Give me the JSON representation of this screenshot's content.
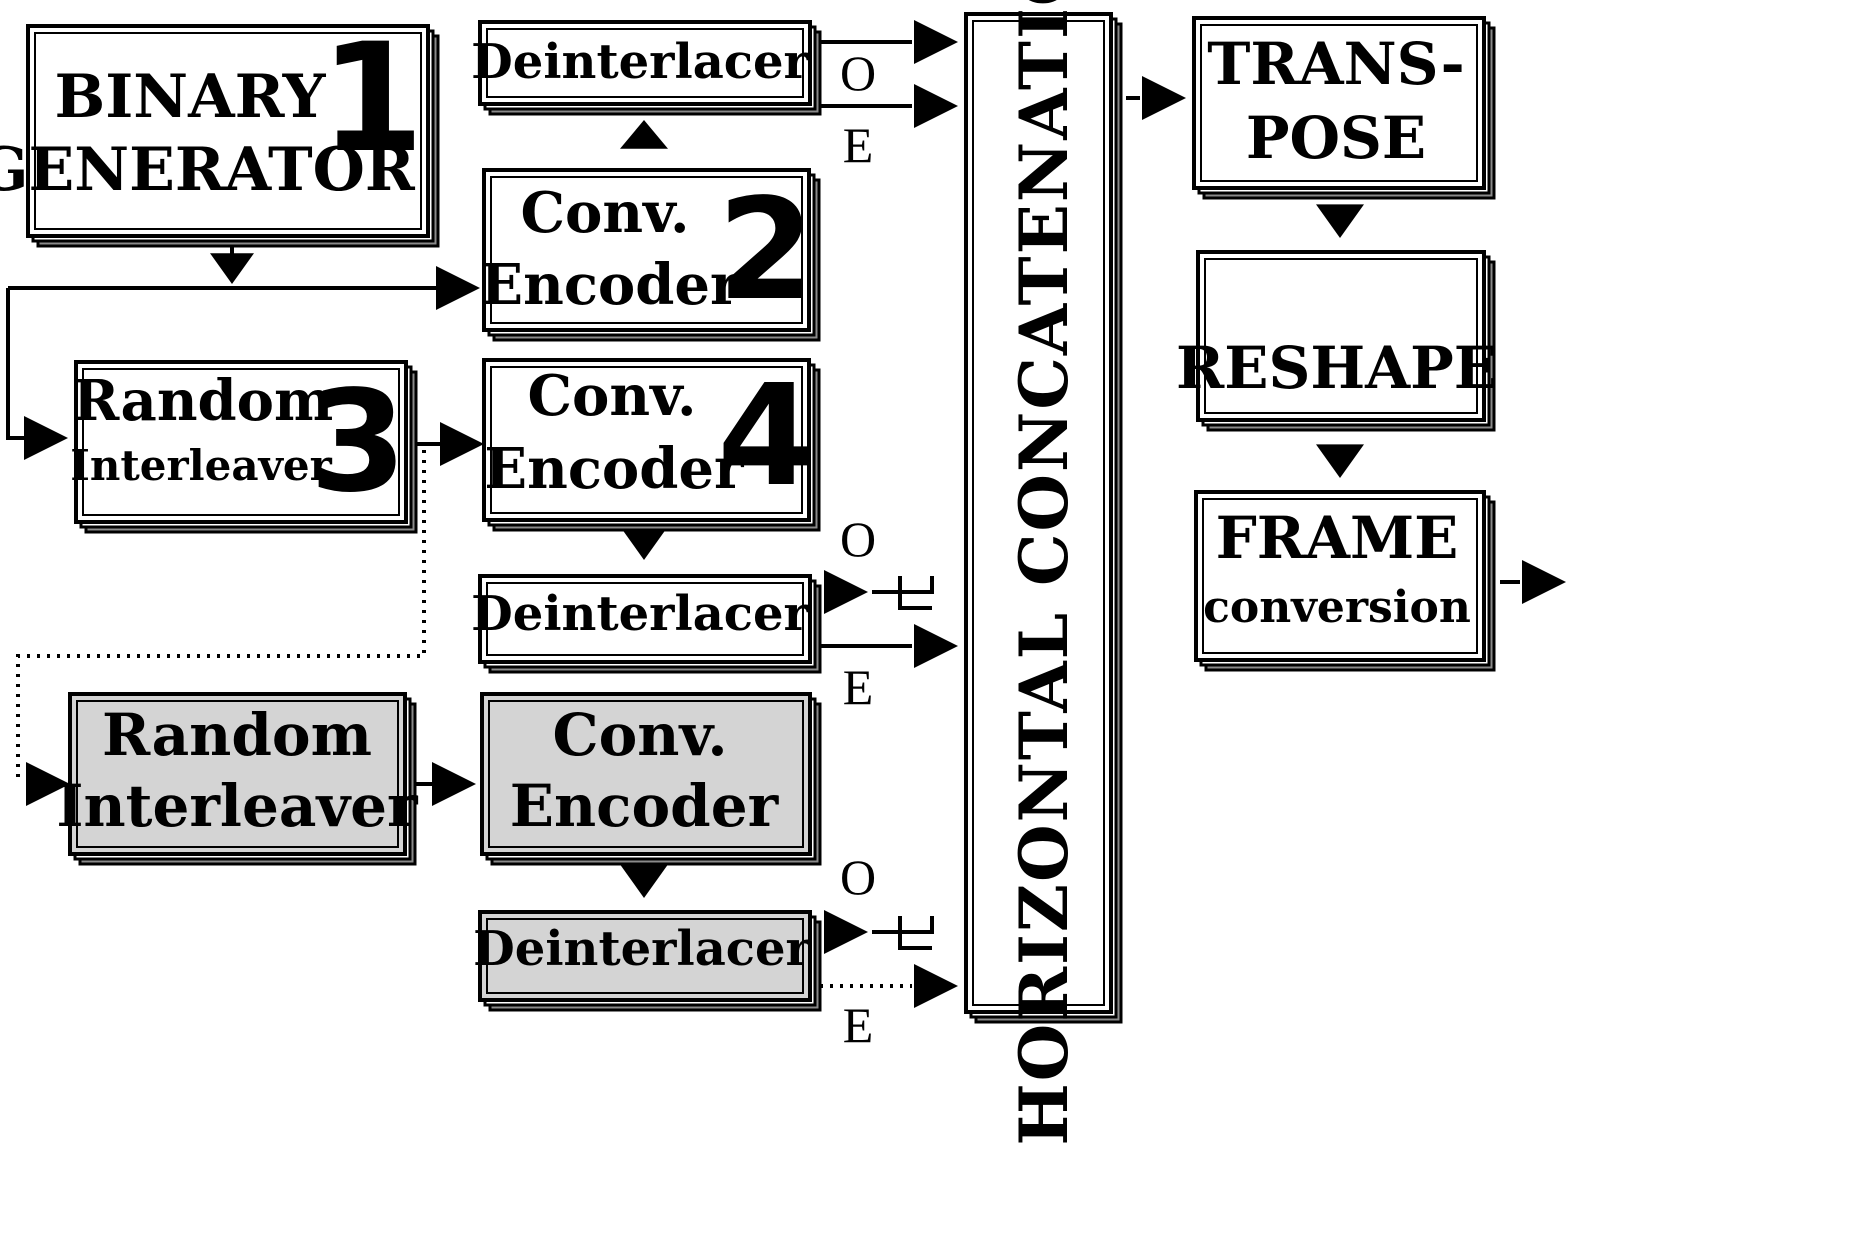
{
  "blocks": {
    "binary_generator": {
      "lines": [
        "BINARY",
        "GENERATOR"
      ],
      "number": "1"
    },
    "deinterlacer_top": {
      "lines": [
        "Deinterlacer"
      ]
    },
    "conv_encoder_2": {
      "lines": [
        "Conv.",
        "Encoder"
      ],
      "number": "2"
    },
    "random_interleaver_3": {
      "lines": [
        "Random",
        "Interleaver"
      ],
      "number": "3"
    },
    "conv_encoder_4": {
      "lines": [
        "Conv.",
        "Encoder"
      ],
      "number": "4"
    },
    "deinterlacer_middle": {
      "lines": [
        "Deinterlacer"
      ]
    },
    "random_interleaver_grey": {
      "lines": [
        "Random",
        "Interleaver"
      ]
    },
    "conv_encoder_grey": {
      "lines": [
        "Conv.",
        "Encoder"
      ]
    },
    "deinterlacer_grey": {
      "lines": [
        "Deinterlacer"
      ]
    },
    "horizontal_concatenation": {
      "lines": [
        "HORIZONTAL  CONCATENATION"
      ]
    },
    "transpose": {
      "lines": [
        "TRANS-",
        "POSE"
      ]
    },
    "reshape": {
      "lines": [
        "RESHAPE"
      ]
    },
    "frame_conversion": {
      "lines": [
        "FRAME",
        "conversion"
      ]
    }
  },
  "port_labels": {
    "odd": "O",
    "even": "E"
  },
  "colors": {
    "background": "#ffffff",
    "box_fill": "#ffffff",
    "box_fill_grey": "#d4d4d4",
    "shadow": "#8a8a8a",
    "stroke": "#000000"
  }
}
